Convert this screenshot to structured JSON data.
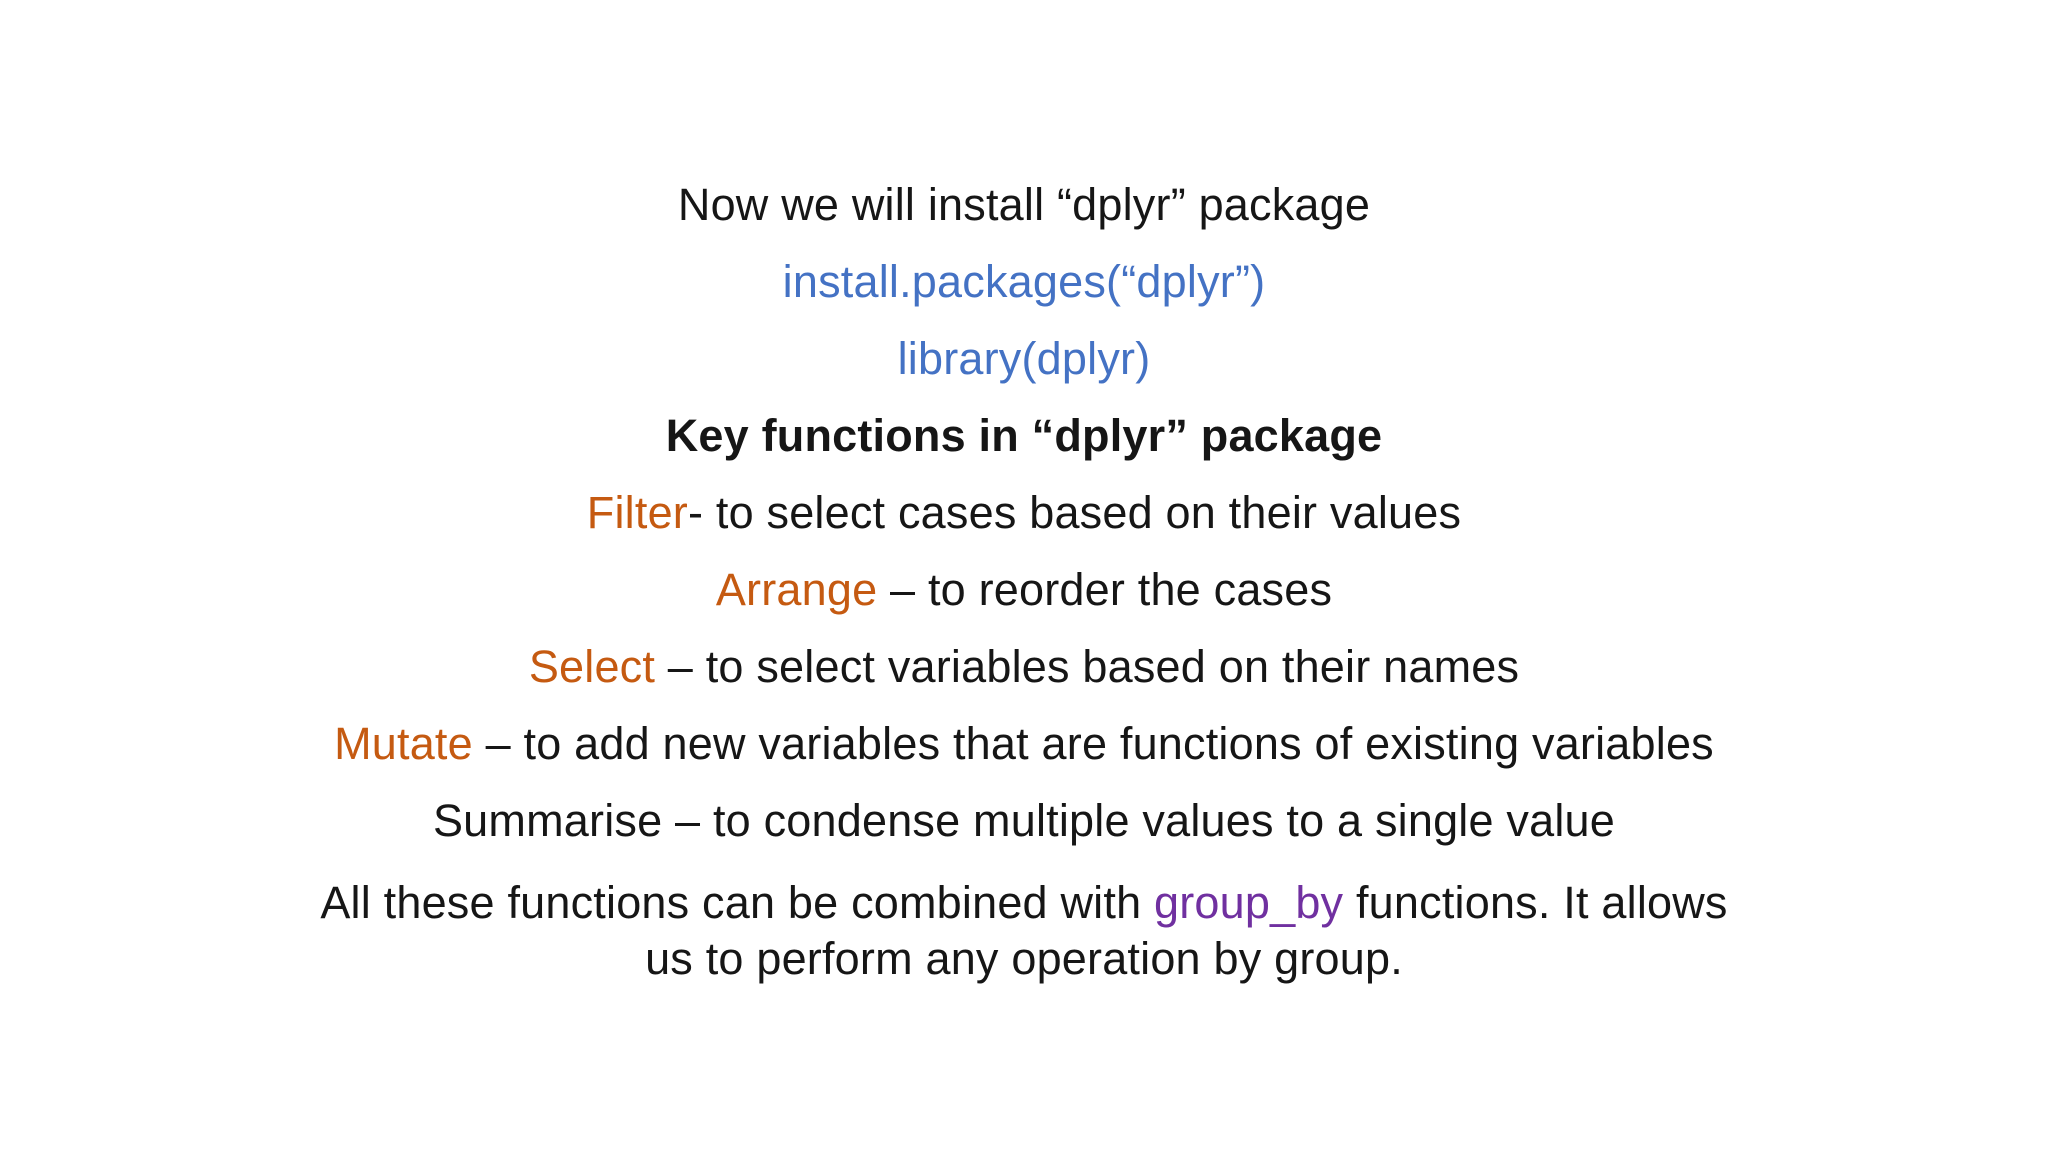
{
  "slide": {
    "colors": {
      "background": "#ffffff",
      "text": "#161616",
      "code_blue": "#4472C4",
      "function_orange": "#C55A11",
      "groupby_purple": "#7030A0"
    },
    "lines": {
      "intro": "Now we will install “dplyr” package",
      "install_cmd": "install.packages(“dplyr”)",
      "library_cmd": "library(dplyr)",
      "heading": "Key functions in “dplyr” package",
      "filter_name": "Filter",
      "filter_desc": "- to select cases based on their values",
      "arrange_name": "Arrange",
      "arrange_desc": " – to reorder the cases",
      "select_name": "Select",
      "select_desc": " – to select variables based on their names",
      "mutate_name": "Mutate",
      "mutate_desc": " – to add new variables that are functions of existing variables",
      "summarise": "Summarise – to condense multiple values to a single value",
      "combined_prefix": "All these functions can be combined with ",
      "combined_highlight": "group_by",
      "combined_suffix": " functions. It allows",
      "combined_line2": "us to perform any operation by group."
    }
  }
}
